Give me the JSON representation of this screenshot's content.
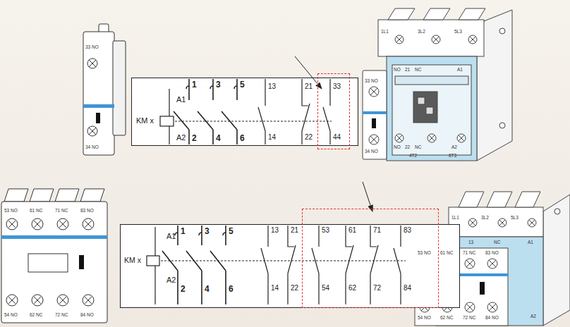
{
  "diagram": {
    "nodes": [
      {
        "text": [
          "KM x",
          "A1",
          "A2",
          "1",
          "3",
          "5",
          "2",
          "4",
          "6",
          "13",
          "14",
          "21",
          "22"
        ]
      },
      {
        "text": [
          "33",
          "44"
        ],
        "in": 0
      },
      {
        "text": [
          "KM x",
          "A1",
          "A2",
          "1",
          "3",
          "5",
          "2",
          "4",
          "6",
          "13",
          "14",
          "21",
          "22"
        ]
      },
      {
        "text": [
          "53",
          "54",
          "61",
          "62",
          "71",
          "72",
          "83",
          "84"
        ],
        "in": 2
      }
    ],
    "labels": [
      "33 NO",
      "34 NO",
      "1L1",
      "3L2",
      "5L3",
      "33 NO",
      "34 NO",
      "NO",
      "21",
      "NC",
      "A1",
      "NO",
      "22",
      "NC",
      "A2",
      "4T2",
      "6T3",
      "53 NO",
      "61 NC",
      "71 NC",
      "83 NO",
      "54 NO",
      "62 NC",
      "72 NC",
      "84 NO",
      "1L1",
      "3L2",
      "5L3",
      "13",
      "NC",
      "A1",
      "53 NO",
      "61 NC",
      "71 NC",
      "83 NO",
      "54 NO",
      "62 NC",
      "72 NC",
      "84 NO",
      "A2"
    ]
  }
}
